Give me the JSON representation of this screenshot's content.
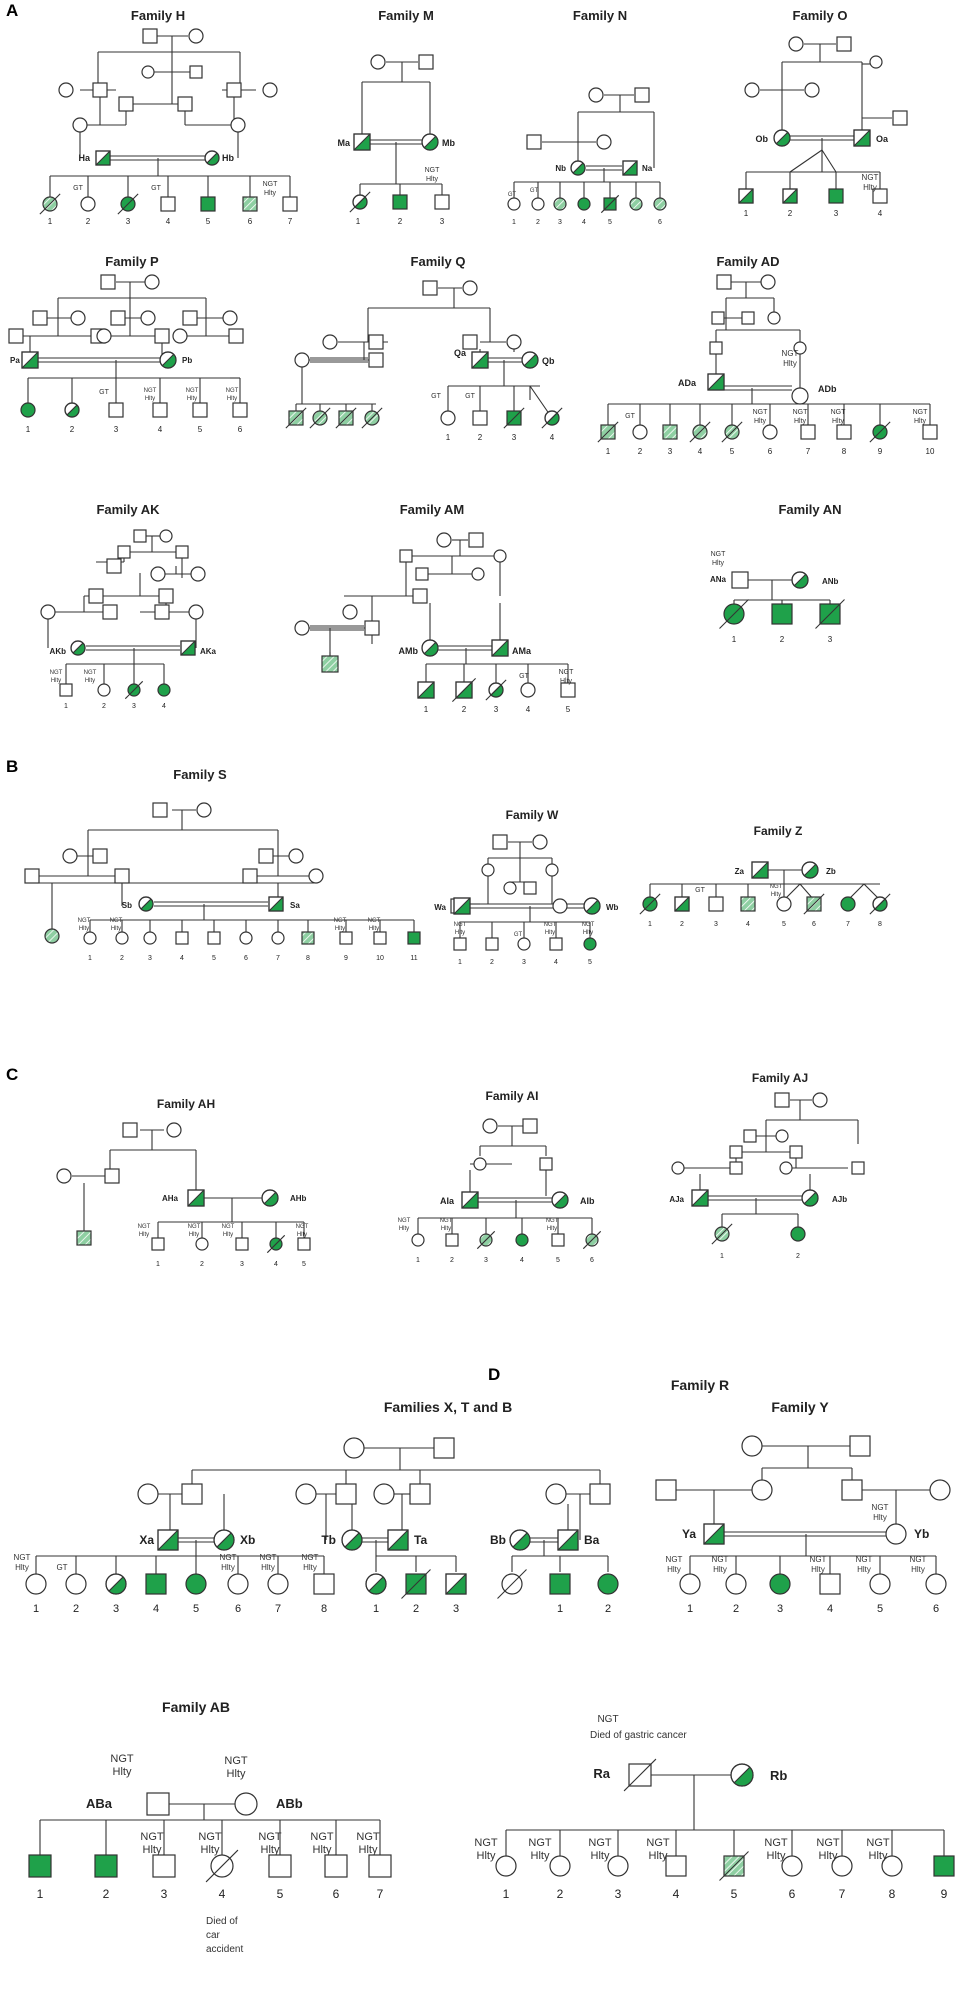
{
  "panels": [
    "A",
    "B",
    "C",
    "D"
  ],
  "families": {
    "H": {
      "title": "Family H",
      "labels": [
        "Ha",
        "Hb"
      ],
      "numbers": [
        "1",
        "2",
        "3",
        "4",
        "5",
        "6",
        "7"
      ],
      "notes": [
        "GT",
        "GT",
        "NGT",
        "Hlty"
      ]
    },
    "M": {
      "title": "Family M",
      "labels": [
        "Ma",
        "Mb"
      ],
      "numbers": [
        "1",
        "2",
        "3"
      ],
      "notes": [
        "NGT",
        "Hlty"
      ]
    },
    "N": {
      "title": "Family N",
      "labels": [
        "Nb",
        "Na"
      ],
      "numbers": [
        "1",
        "2",
        "3",
        "4",
        "5",
        "6"
      ],
      "notes": [
        "GT",
        "GT"
      ]
    },
    "O": {
      "title": "Family O",
      "labels": [
        "Ob",
        "Oa"
      ],
      "numbers": [
        "1",
        "2",
        "3",
        "4"
      ],
      "notes": [
        "NGT",
        "Hlty"
      ]
    },
    "P": {
      "title": "Family P",
      "labels": [
        "Pa",
        "Pb"
      ],
      "numbers": [
        "1",
        "2",
        "3",
        "4",
        "5",
        "6"
      ],
      "notes": [
        "GT",
        "NGT",
        "Hlty",
        "NGT",
        "Hlty",
        "NGT",
        "Hlty"
      ]
    },
    "Q": {
      "title": "Family Q",
      "labels": [
        "Qa",
        "Qb"
      ],
      "numbers": [
        "1",
        "2",
        "3",
        "4"
      ],
      "notes": [
        "GT",
        "GT"
      ]
    },
    "AD": {
      "title": "Family AD",
      "labels": [
        "ADa",
        "ADb"
      ],
      "numbers": [
        "1",
        "2",
        "3",
        "4",
        "5",
        "6",
        "7",
        "8",
        "9",
        "10"
      ],
      "notes": [
        "NGT",
        "Hlty",
        "GT",
        "NGT",
        "Hlty",
        "NGT",
        "Hlty",
        "NGT",
        "Hlty",
        "NGT",
        "Hlty"
      ]
    },
    "AK": {
      "title": "Family AK",
      "labels": [
        "AKb",
        "AKa"
      ],
      "numbers": [
        "1",
        "2",
        "3",
        "4"
      ],
      "notes": [
        "NGT",
        "Hlty",
        "NGT",
        "Hlty"
      ]
    },
    "AM": {
      "title": "Family AM",
      "labels": [
        "AMb",
        "AMa"
      ],
      "numbers": [
        "1",
        "2",
        "3",
        "4",
        "5"
      ],
      "notes": [
        "GT",
        "NGT",
        "Hlty"
      ]
    },
    "AN": {
      "title": "Family AN",
      "labels": [
        "ANa",
        "ANb"
      ],
      "numbers": [
        "1",
        "2",
        "3"
      ],
      "notes": [
        "NGT",
        "Hlty"
      ]
    },
    "S": {
      "title": "Family S",
      "labels": [
        "Sb",
        "Sa"
      ],
      "numbers": [
        "1",
        "2",
        "3",
        "4",
        "5",
        "6",
        "7",
        "8",
        "9",
        "10",
        "11"
      ],
      "notes": [
        "NGT",
        "Hlty",
        "NGT",
        "Hlty",
        "NGT",
        "Hlty",
        "NGT",
        "Hlty"
      ]
    },
    "W": {
      "title": "Family W",
      "labels": [
        "Wa",
        "Wb"
      ],
      "numbers": [
        "1",
        "2",
        "3",
        "4",
        "5"
      ],
      "notes": [
        "NGT",
        "Hlty",
        "GT",
        "NGT",
        "Hlty",
        "NGT",
        "Hlty"
      ]
    },
    "Z": {
      "title": "Family Z",
      "labels": [
        "Za",
        "Zb"
      ],
      "numbers": [
        "1",
        "2",
        "3",
        "4",
        "5",
        "6",
        "7",
        "8"
      ],
      "notes": [
        "GT",
        "NGT",
        "Hlty"
      ]
    },
    "AH": {
      "title": "Family AH",
      "labels": [
        "AHa",
        "AHb"
      ],
      "numbers": [
        "1",
        "2",
        "3",
        "4",
        "5"
      ],
      "notes": [
        "NGT",
        "Hlty",
        "NGT",
        "Hlty",
        "NGT",
        "Hlty",
        "NGT",
        "Hlty"
      ]
    },
    "AI": {
      "title": "Family AI",
      "labels": [
        "AIa",
        "AIb"
      ],
      "numbers": [
        "1",
        "2",
        "3",
        "4",
        "5",
        "6"
      ],
      "notes": [
        "NGT",
        "Hlty",
        "NGT",
        "Hlty",
        "NGT",
        "Hlty"
      ]
    },
    "AJ": {
      "title": "Family AJ",
      "labels": [
        "AJa",
        "AJb"
      ],
      "numbers": [
        "1",
        "2"
      ],
      "notes": []
    },
    "XTB": {
      "title": "Families X, T and B",
      "labels": [
        "Xa",
        "Xb",
        "Tb",
        "Ta",
        "Bb",
        "Ba"
      ],
      "numbers": [
        "1",
        "2",
        "3",
        "4",
        "5",
        "6",
        "7",
        "8",
        "1",
        "2",
        "3",
        "1",
        "2"
      ],
      "notes": [
        "NGT",
        "Hlty",
        "GT",
        "NGT",
        "Hlty",
        "NGT",
        "Hlty",
        "NGT",
        "Hlty",
        "NGT",
        "Hlty"
      ]
    },
    "Y": {
      "title": "Family Y",
      "labels": [
        "Ya",
        "Yb"
      ],
      "numbers": [
        "1",
        "2",
        "3",
        "4",
        "5",
        "6"
      ],
      "notes": [
        "NGT",
        "Hlty",
        "NGT",
        "Hlty",
        "NGT",
        "Hlty",
        "NGT",
        "Hlty",
        "NGT",
        "Hlty",
        "NGT",
        "Hlty",
        "NGT",
        "Hlty"
      ]
    },
    "AB": {
      "title": "Family AB",
      "labels": [
        "ABa",
        "ABb"
      ],
      "numbers": [
        "1",
        "2",
        "3",
        "4",
        "5",
        "6",
        "7"
      ],
      "notes": [
        "NGT",
        "Hlty",
        "NGT",
        "Hlty",
        "NGT",
        "Hlty",
        "NGT",
        "Hlty",
        "NGT",
        "Hlty",
        "NGT",
        "Hlty",
        "NGT",
        "Hlty",
        "Died of",
        "car",
        "accident"
      ]
    },
    "R": {
      "title": "Family R",
      "labels": [
        "Ra",
        "Rb"
      ],
      "numbers": [
        "1",
        "2",
        "3",
        "4",
        "5",
        "6",
        "7",
        "8",
        "9"
      ],
      "notes": [
        "NGT",
        "Died of gastric cancer",
        "NGT",
        "Hlty",
        "NGT",
        "Hlty",
        "NGT",
        "Hlty",
        "NGT",
        "Hlty",
        "NGT",
        "Hlty",
        "NGT",
        "Hlty",
        "NGT",
        "Hlty"
      ]
    }
  },
  "colors": {
    "affected": "#1fa14a",
    "hatch": "#8ecfa2",
    "line": "#333333",
    "text": "#222222"
  }
}
